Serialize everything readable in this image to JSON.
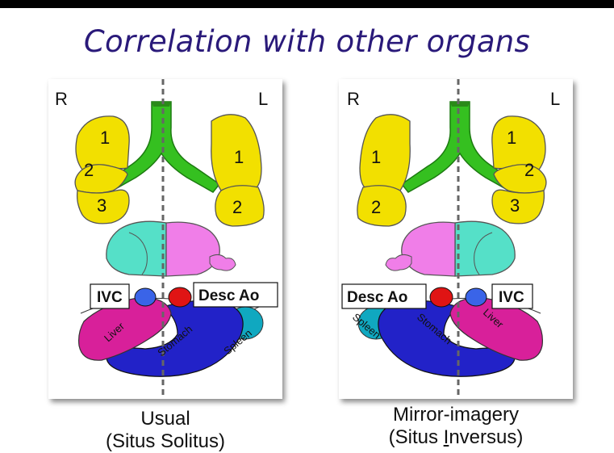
{
  "title": "Correlation with other organs",
  "panels": {
    "left": {
      "side_right": "R",
      "side_left": "L",
      "lobes_right_lung": [
        "1",
        "2",
        "3"
      ],
      "lobes_left_lung": [
        "1",
        "2"
      ],
      "label_ivc": "IVC",
      "label_ao": "Desc Ao",
      "label_liver": "Liver",
      "label_stomach": "Stomach",
      "label_spleen": "Spleen",
      "caption_line1": "Usual",
      "caption_line2": "(Situs Solitus)"
    },
    "right": {
      "side_right": "R",
      "side_left": "L",
      "lobes_right_lung": [
        "1",
        "2"
      ],
      "lobes_left_lung": [
        "1",
        "2",
        "3"
      ],
      "label_ivc": "IVC",
      "label_ao": "Desc Ao",
      "label_liver": "Liver",
      "label_stomach": "Stomach",
      "label_spleen": "Spleen",
      "caption_line1": "Mirror-imagery",
      "caption_line2_prefix": "(Situs ",
      "caption_line2_underlined": "I",
      "caption_line2_suffix": "nversus)"
    }
  },
  "colors": {
    "title": "#2a1a7a",
    "lung": "#f2e000",
    "bronchi": "#35c020",
    "atrium_right": "#55e0c8",
    "atrium_left": "#f07ee8",
    "liver": "#d8209a",
    "stomach": "#2222c8",
    "spleen": "#10a8c0",
    "ivc": "#3a64e8",
    "aorta": "#e01414"
  }
}
